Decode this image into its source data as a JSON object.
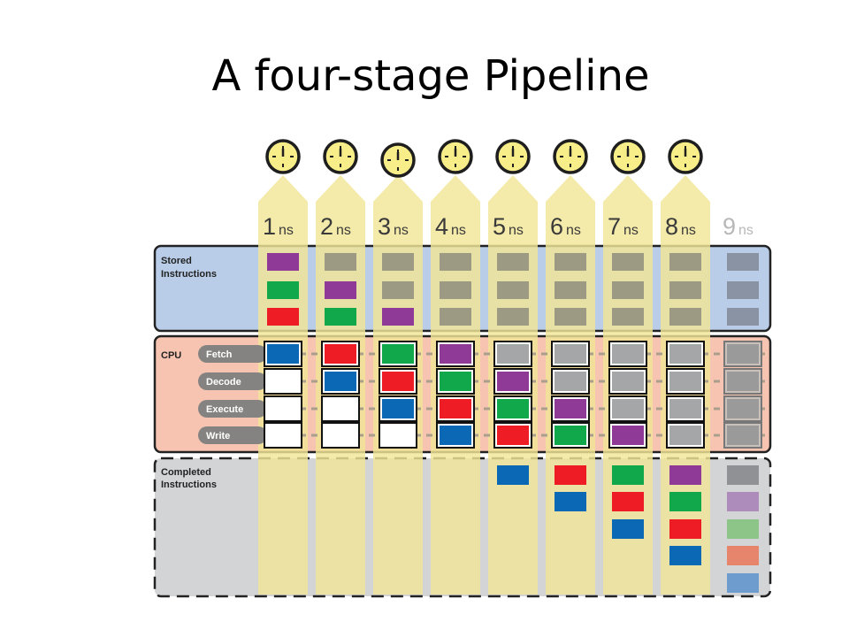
{
  "slide": {
    "title": "A four-stage Pipeline"
  },
  "diagram": {
    "sections": {
      "stored": "Stored Instructions",
      "cpu": "CPU",
      "completed": "Completed Instructions"
    },
    "stages": [
      "Fetch",
      "Decode",
      "Execute",
      "Write"
    ],
    "time_steps": [
      {
        "num": "1",
        "unit": "ns",
        "active": true
      },
      {
        "num": "2",
        "unit": "ns",
        "active": true
      },
      {
        "num": "3",
        "unit": "ns",
        "active": true
      },
      {
        "num": "4",
        "unit": "ns",
        "active": true
      },
      {
        "num": "5",
        "unit": "ns",
        "active": true
      },
      {
        "num": "6",
        "unit": "ns",
        "active": true
      },
      {
        "num": "7",
        "unit": "ns",
        "active": true
      },
      {
        "num": "8",
        "unit": "ns",
        "active": true
      },
      {
        "num": "9",
        "unit": "ns",
        "active": false
      }
    ],
    "colors": {
      "purple": "#8e3a96",
      "green": "#10a84a",
      "red": "#ee1c25",
      "blue": "#0a68b4",
      "white": "#ffffff",
      "waiting": "#9c9a82",
      "done_cpu": "#a5a6a8",
      "beam": "#f2e597",
      "clock_face": "#f7ee8a",
      "stored_bg": "#b9cde8",
      "cpu_bg": "#f6c4b0",
      "completed_bg": "#d3d4d6",
      "stage_pill": "#848382"
    },
    "stored_columns": [
      [
        "purple",
        "green",
        "red"
      ],
      [
        "waiting",
        "purple",
        "green"
      ],
      [
        "waiting",
        "waiting",
        "purple"
      ],
      [
        "waiting",
        "waiting",
        "waiting"
      ],
      [
        "waiting",
        "waiting",
        "waiting"
      ],
      [
        "waiting",
        "waiting",
        "waiting"
      ],
      [
        "waiting",
        "waiting",
        "waiting"
      ],
      [
        "waiting",
        "waiting",
        "waiting"
      ],
      [
        "waiting",
        "waiting",
        "waiting"
      ]
    ],
    "cpu_columns": [
      [
        "blue",
        "white",
        "white",
        "white"
      ],
      [
        "red",
        "blue",
        "white",
        "white"
      ],
      [
        "green",
        "red",
        "blue",
        "white"
      ],
      [
        "purple",
        "green",
        "red",
        "blue"
      ],
      [
        "done_cpu",
        "purple",
        "green",
        "red"
      ],
      [
        "done_cpu",
        "done_cpu",
        "purple",
        "green"
      ],
      [
        "done_cpu",
        "done_cpu",
        "done_cpu",
        "purple"
      ],
      [
        "done_cpu",
        "done_cpu",
        "done_cpu",
        "done_cpu"
      ],
      [
        "done_cpu",
        "done_cpu",
        "done_cpu",
        "done_cpu"
      ]
    ],
    "completed_columns": [
      [],
      [],
      [],
      [],
      [
        "blue"
      ],
      [
        "red",
        "blue"
      ],
      [
        "green",
        "red",
        "blue"
      ],
      [
        "purple",
        "green",
        "red",
        "blue"
      ],
      [
        "waiting",
        "purple",
        "green",
        "red",
        "blue"
      ]
    ]
  }
}
